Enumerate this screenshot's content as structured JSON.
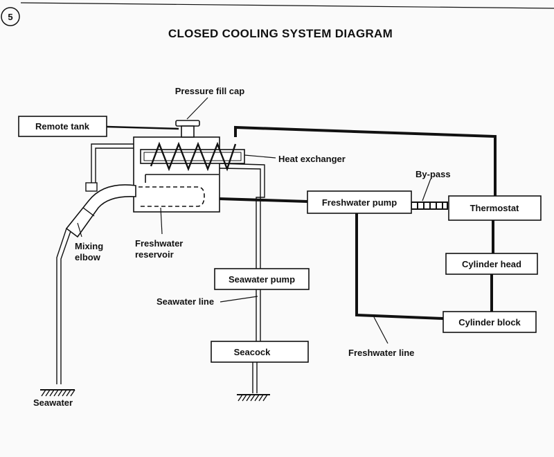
{
  "figure_number": "5",
  "title": "CLOSED COOLING SYSTEM DIAGRAM",
  "components": {
    "remote_tank": "Remote tank",
    "freshwater_pump": "Freshwater pump",
    "thermostat": "Thermostat",
    "cylinder_head": "Cylinder head",
    "cylinder_block": "Cylinder block",
    "seawater_pump": "Seawater pump",
    "seacock": "Seacock"
  },
  "labels": {
    "pressure_fill_cap": "Pressure fill cap",
    "heat_exchanger": "Heat exchanger",
    "by_pass": "By-pass",
    "mixing_elbow_1": "Mixing",
    "mixing_elbow_2": "elbow",
    "freshwater_reservoir_1": "Freshwater",
    "freshwater_reservoir_2": "reservoir",
    "seawater_line": "Seawater line",
    "freshwater_line": "Freshwater line",
    "seawater": "Seawater"
  },
  "colors": {
    "ink": "#111111",
    "paper": "#fafafa"
  }
}
